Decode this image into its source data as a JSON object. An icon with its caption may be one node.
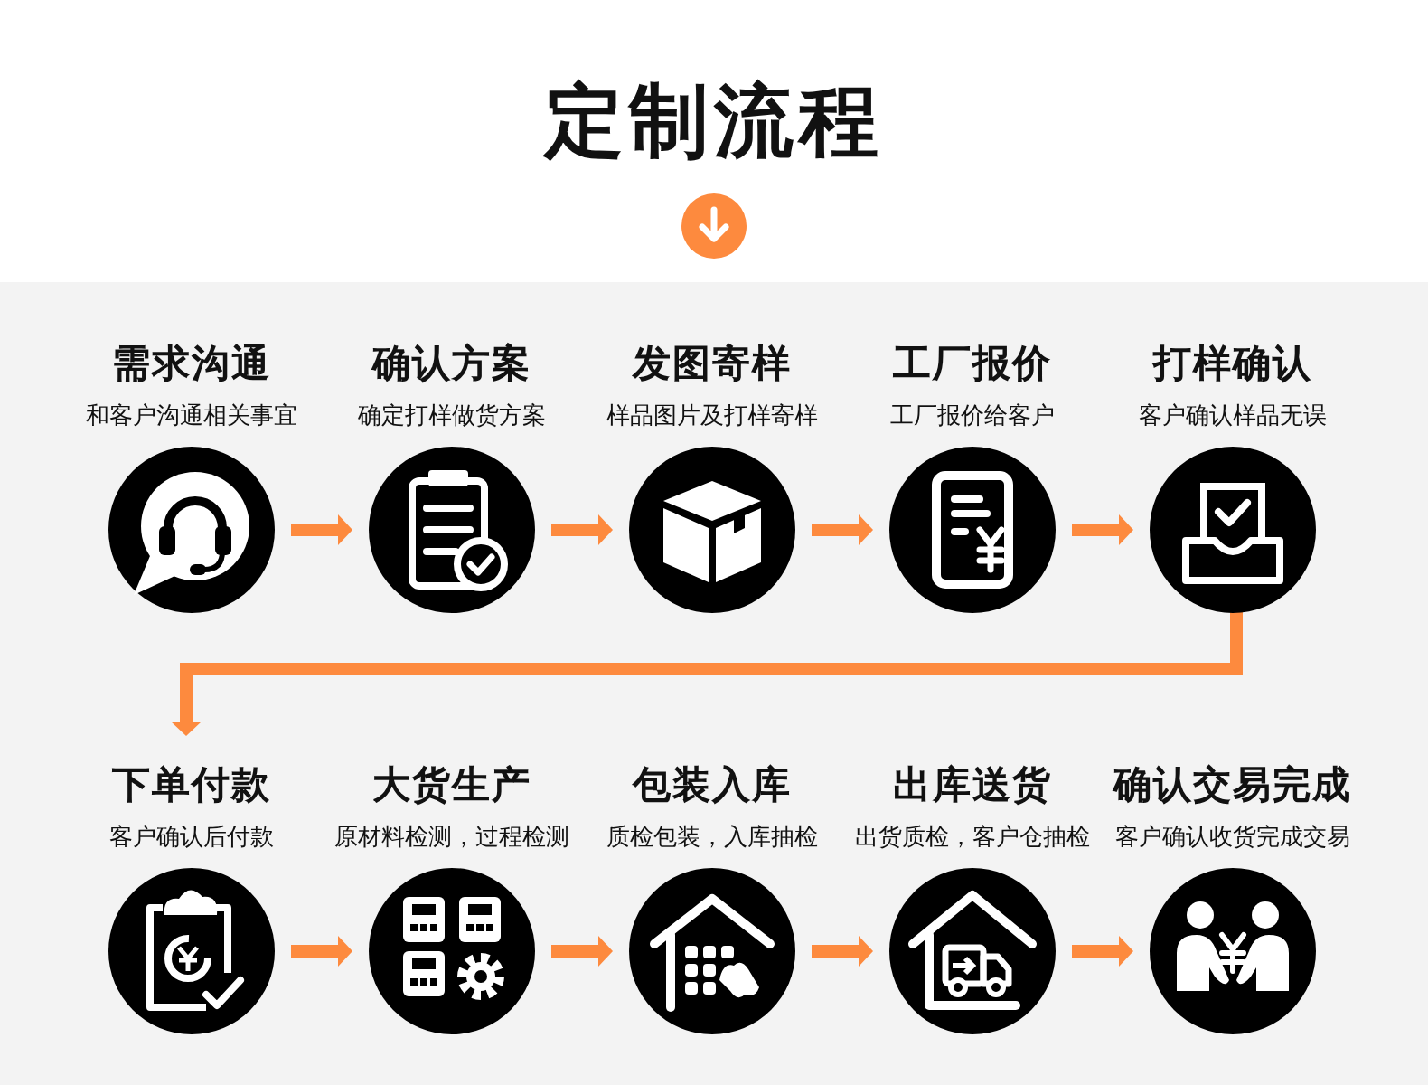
{
  "diagram": {
    "title": "定制流程",
    "nodes": [
      {
        "text": [
          "需求沟通",
          "和客户沟通相关事宜"
        ]
      },
      {
        "text": [
          "确认方案",
          "确定打样做货方案"
        ]
      },
      {
        "text": [
          "发图寄样",
          "样品图片及打样寄样"
        ]
      },
      {
        "text": [
          "工厂报价",
          "工厂报价给客户"
        ]
      },
      {
        "text": [
          "打样确认",
          "客户确认样品无误"
        ]
      },
      {
        "text": [
          "下单付款",
          "客户确认后付款"
        ]
      },
      {
        "text": [
          "大货生产",
          "原材料检测，过程检测"
        ]
      },
      {
        "text": [
          "包装入库",
          "质检包装，入库抽检"
        ]
      },
      {
        "text": [
          "出库送货",
          "出货质检，客户仓抽检"
        ]
      },
      {
        "text": [
          "确认交易完成",
          "客户确认收货完成交易"
        ]
      }
    ],
    "edges": [
      {
        "from": 0,
        "to": 1,
        "arrow": "to"
      },
      {
        "from": 1,
        "to": 2,
        "arrow": "to"
      },
      {
        "from": 2,
        "to": 3,
        "arrow": "to"
      },
      {
        "from": 3,
        "to": 4,
        "arrow": "to"
      },
      {
        "from": 4,
        "to": 5,
        "arrow": "to"
      },
      {
        "from": 5,
        "to": 6,
        "arrow": "to"
      },
      {
        "from": 6,
        "to": 7,
        "arrow": "to"
      },
      {
        "from": 7,
        "to": 8,
        "arrow": "to"
      },
      {
        "from": 8,
        "to": 9,
        "arrow": "to"
      }
    ]
  }
}
